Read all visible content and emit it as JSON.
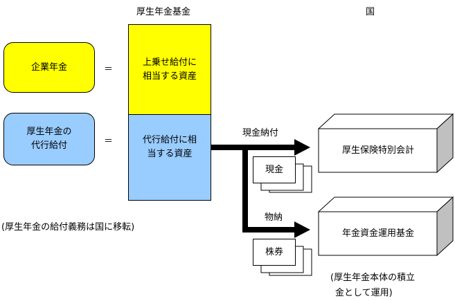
{
  "headers": {
    "fund": "厚生年金基金",
    "state": "国"
  },
  "left": {
    "corporate_pension": "企業年金",
    "proxy_benefit_line1": "厚生年金の",
    "proxy_benefit_line2": "代行給付",
    "equals": "＝",
    "note": "(厚生年金の給付義務は国に移転)"
  },
  "fund_column": {
    "upper_line1": "上乗せ給付に",
    "upper_line2": "相当する資産",
    "lower_line1": "代行給付に相",
    "lower_line2": "当する資産"
  },
  "flows": {
    "cash_payment": "現金納付",
    "cash": "現金",
    "in_kind": "物納",
    "stocks": "株券"
  },
  "right": {
    "special_account": "厚生保険特別会計",
    "gpif": "年金資金運用基金",
    "note_line1": "(厚生年金本体の積立",
    "note_line2": "金として運用)"
  },
  "colors": {
    "yellow": "#ffff00",
    "blue": "#99ccff",
    "side_gray": "#c0c0c0"
  }
}
